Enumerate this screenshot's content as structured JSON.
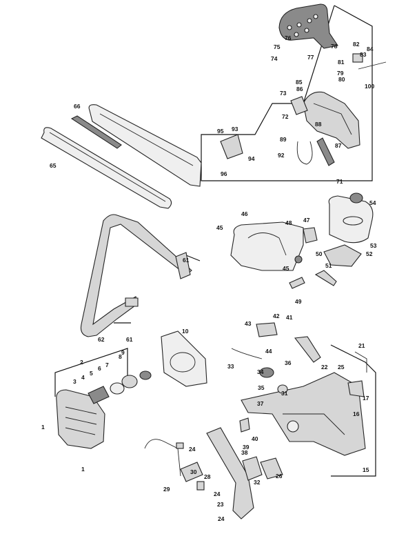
{
  "diagram": {
    "callouts": [
      "1",
      "1",
      "2",
      "3",
      "4",
      "5",
      "6",
      "7",
      "8",
      "9",
      "10",
      "15",
      "16",
      "17",
      "21",
      "22",
      "23",
      "24",
      "24",
      "24",
      "25",
      "26",
      "28",
      "29",
      "30",
      "31",
      "32",
      "33",
      "34",
      "35",
      "36",
      "37",
      "38",
      "39",
      "40",
      "41",
      "42",
      "43",
      "44",
      "45",
      "45",
      "46",
      "47",
      "48",
      "49",
      "50",
      "51",
      "52",
      "53",
      "54",
      "61",
      "61",
      "62",
      "65",
      "66",
      "71",
      "72",
      "73",
      "74",
      "75",
      "76",
      "77",
      "78",
      "79",
      "80",
      "81",
      "82",
      "83",
      "84",
      "85",
      "86",
      "87",
      "88",
      "89",
      "92",
      "93",
      "94",
      "95",
      "96",
      "100"
    ]
  }
}
